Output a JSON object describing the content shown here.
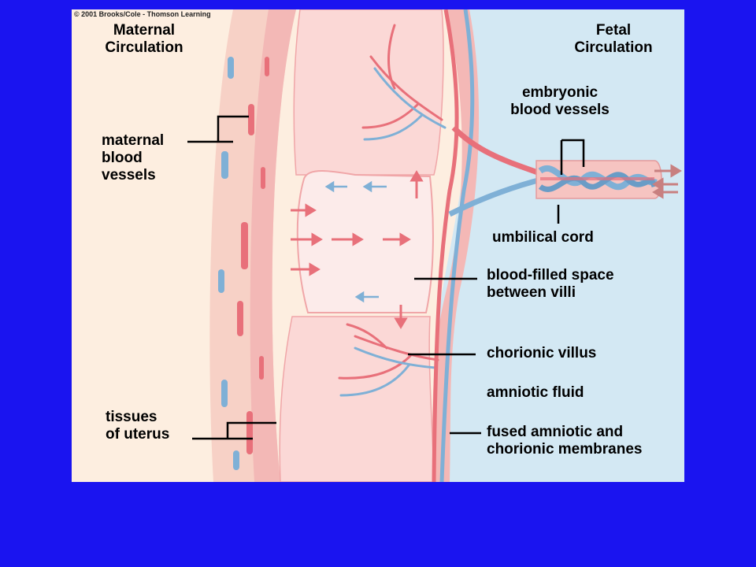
{
  "copyright": "© 2001 Brooks/Cole - Thomson Learning",
  "headings": {
    "maternal_line1": "Maternal",
    "maternal_line2": "Circulation",
    "fetal_line1": "Fetal",
    "fetal_line2": "Circulation"
  },
  "labels": {
    "maternal_vessels_1": "maternal",
    "maternal_vessels_2": "blood",
    "maternal_vessels_3": "vessels",
    "uterus_1": "tissues",
    "uterus_2": "of uterus",
    "embryonic_1": "embryonic",
    "embryonic_2": "blood vessels",
    "umbilical": "umbilical cord",
    "space_1": "blood-filled space",
    "space_2": "between villi",
    "villus": "chorionic villus",
    "amniotic": "amniotic fluid",
    "membranes_1": "fused amniotic and",
    "membranes_2": "chorionic membranes"
  },
  "colors": {
    "background": "#1a14f0",
    "panel": "#fdeee0",
    "fetal_fluid": "#d3e8f3",
    "artery_red": "#e8707a",
    "vein_blue": "#7fb0d6",
    "tissue_pink": "#f6c4c1"
  }
}
